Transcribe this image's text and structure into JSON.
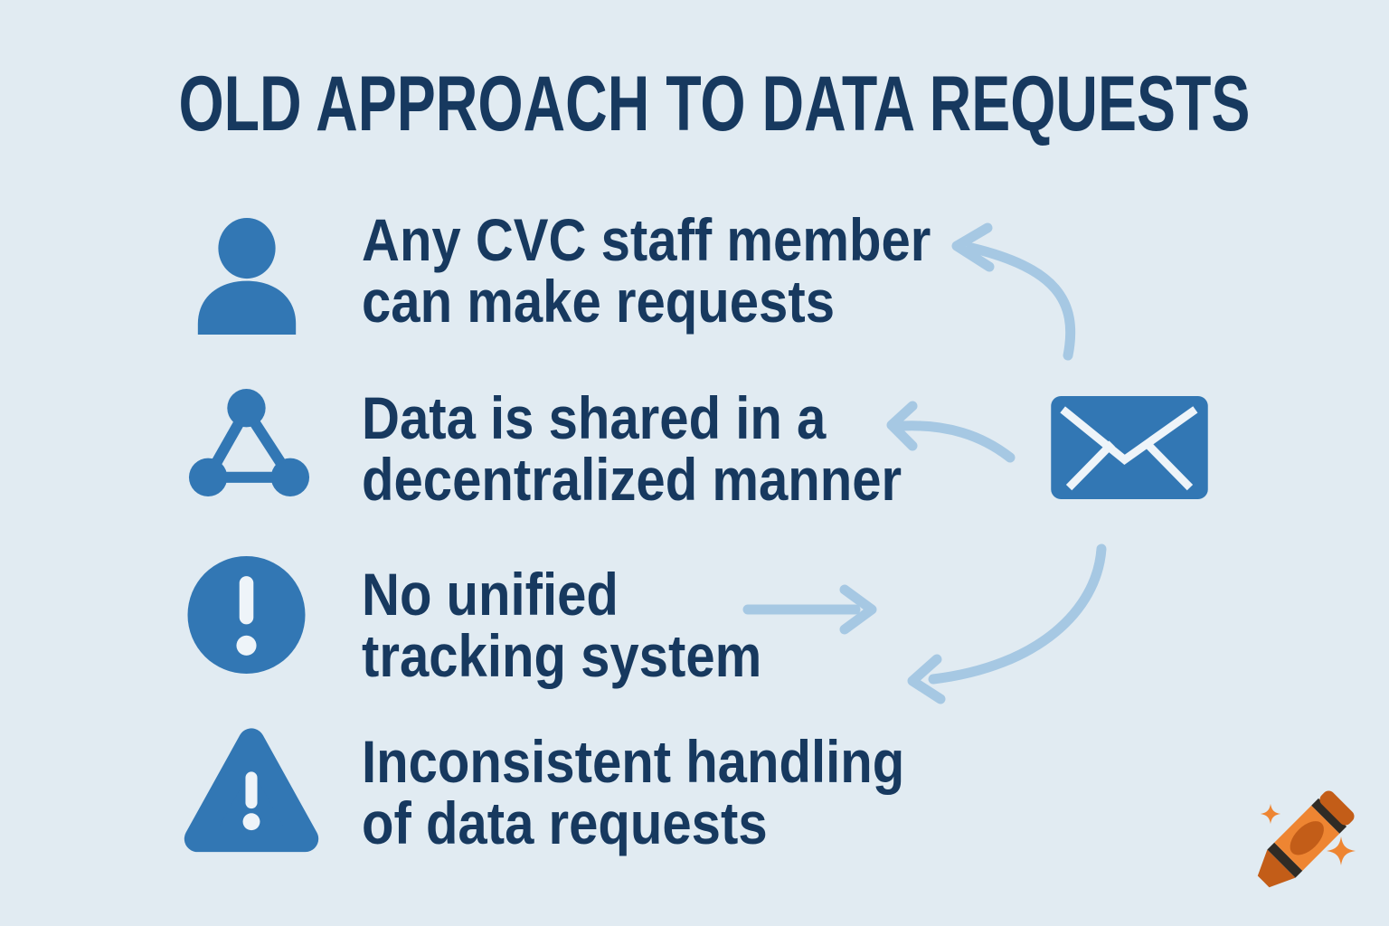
{
  "title": "OLD APPROACH TO DATA REQUESTS",
  "items": [
    {
      "icon": "person-icon",
      "lines": [
        "Any CVC staff member",
        "can make requests"
      ]
    },
    {
      "icon": "network-icon",
      "lines": [
        "Data is shared in a",
        "decentralized manner"
      ]
    },
    {
      "icon": "alert-circle-icon",
      "lines": [
        "No unified",
        "tracking system"
      ]
    },
    {
      "icon": "warning-triangle-icon",
      "lines": [
        "Inconsistent handling",
        "of data requests"
      ]
    }
  ],
  "hub": {
    "icon": "envelope-icon"
  },
  "watermark": {
    "icon": "crayon-sparkles-icon"
  },
  "colors": {
    "background": "#e1ebf2",
    "text": "#17395f",
    "icon_blue": "#3277b4",
    "arrow_blue": "#a6c8e3",
    "icon_detail": "#eef4f9",
    "crayon_orange": "#ee8532",
    "crayon_dark_orange": "#c35d18",
    "crayon_stripe": "#302b25"
  }
}
